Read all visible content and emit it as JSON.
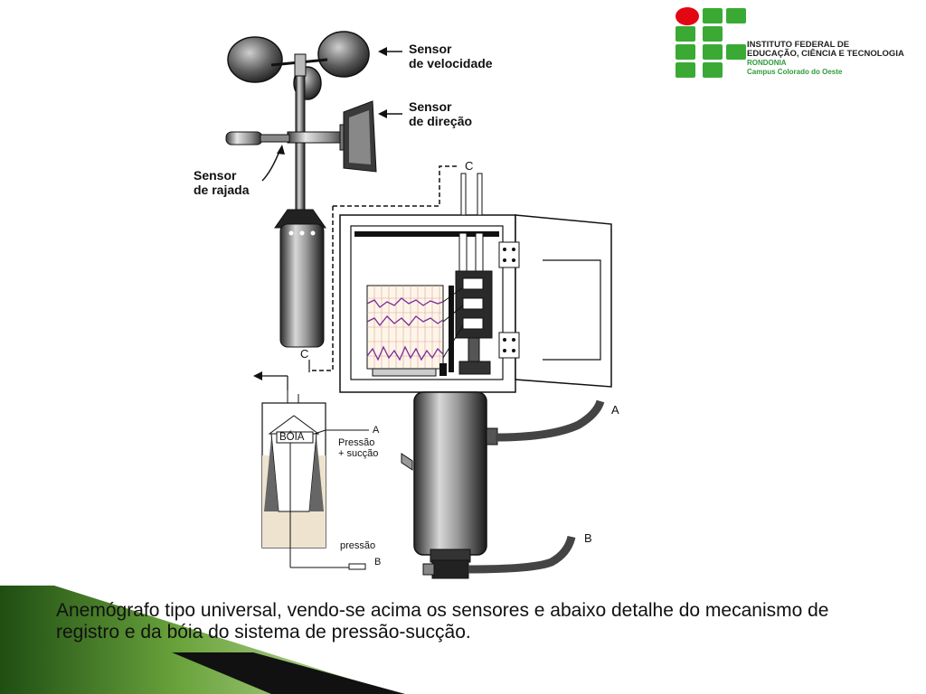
{
  "logo": {
    "line1": "INSTITUTO FEDERAL DE",
    "line2": "EDUCAÇÃO, CIÊNCIA E TECNOLOGIA",
    "line3": "RONDONIA",
    "line4": "Campus Colorado do Oeste",
    "colors": {
      "green": "#3aaa35",
      "red": "#e30613"
    }
  },
  "labels": {
    "sensor_velocidade_1": "Sensor",
    "sensor_velocidade_2": "de velocidade",
    "sensor_direcao_1": "Sensor",
    "sensor_direcao_2": "de direção",
    "sensor_rajada_1": "Sensor",
    "sensor_rajada_2": "de rajada",
    "c_top": "C",
    "c_left": "C",
    "boia": "BÓIA",
    "a_small": "A",
    "pressao_succao_1": "Pressão",
    "pressao_succao_2": "+ sucção",
    "pressao": "pressão",
    "b_small": "B",
    "a_large": "A",
    "b_large": "B"
  },
  "caption": "Anemógrafo tipo universal, vendo-se acima os sensores e abaixo detalhe do mecanismo de registro e da bóia do sistema de pressão-sucção."
}
